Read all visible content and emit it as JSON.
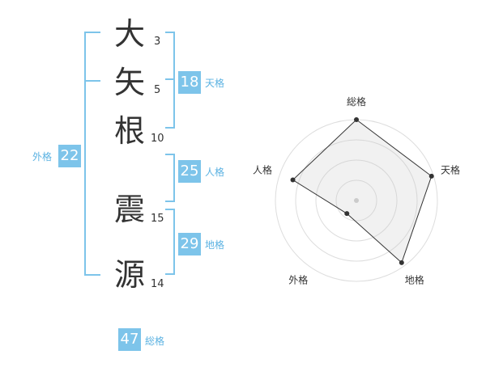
{
  "name": {
    "characters": [
      {
        "char": "大",
        "strokes": "3"
      },
      {
        "char": "矢",
        "strokes": "5"
      },
      {
        "char": "根",
        "strokes": "10"
      },
      {
        "char": "震",
        "strokes": "15"
      },
      {
        "char": "源",
        "strokes": "14"
      }
    ]
  },
  "fortune": {
    "tenkaku": {
      "value": "18",
      "label": "天格"
    },
    "jinkaku": {
      "value": "25",
      "label": "人格"
    },
    "chikaku": {
      "value": "29",
      "label": "地格"
    },
    "gaikaku": {
      "value": "22",
      "label": "外格"
    },
    "soukaku": {
      "value": "47",
      "label": "総格"
    }
  },
  "colors": {
    "accent": "#7dc4ea",
    "accent_text": "#5bb2e2",
    "text": "#333333"
  },
  "chart_data": {
    "type": "radar",
    "axes": [
      "総格",
      "天格",
      "地格",
      "外格",
      "人格"
    ],
    "levels": 4,
    "max": 4,
    "values": [
      4,
      3.9,
      3.8,
      0.8,
      3.3
    ]
  }
}
